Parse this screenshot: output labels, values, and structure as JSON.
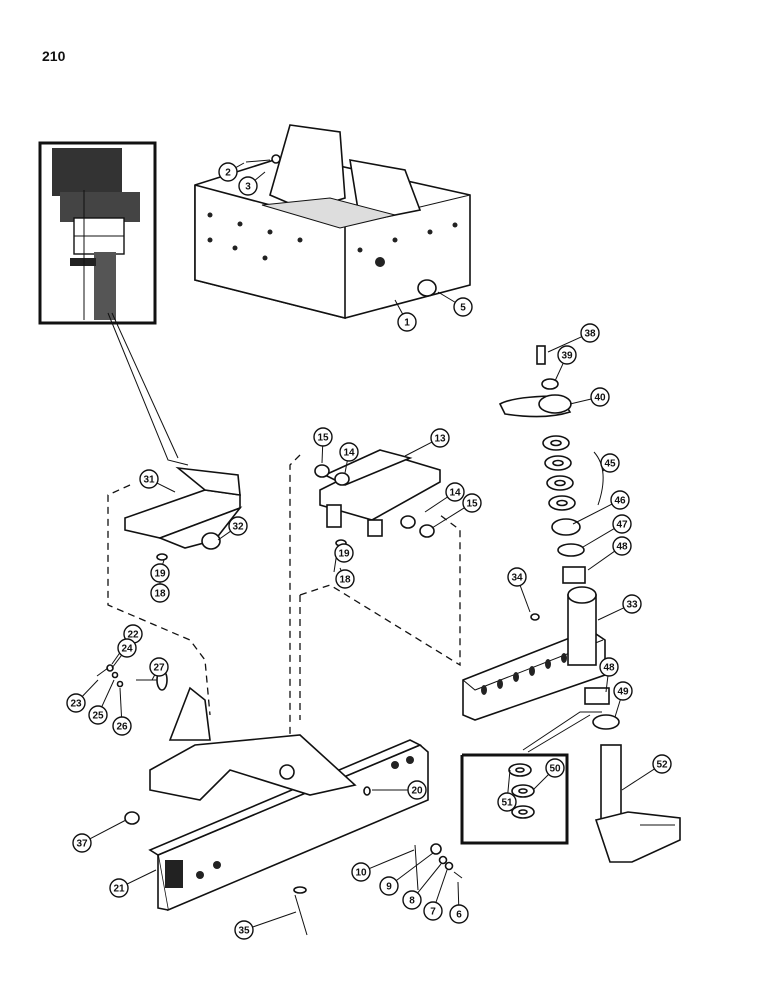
{
  "page_number": "210",
  "callouts": [
    "1",
    "2",
    "3",
    "5",
    "6",
    "7",
    "8",
    "9",
    "10",
    "13",
    "14",
    "14",
    "15",
    "15",
    "18",
    "18",
    "19",
    "19",
    "20",
    "21",
    "22",
    "23",
    "24",
    "25",
    "26",
    "27",
    "31",
    "32",
    "33",
    "34",
    "35",
    "37",
    "38",
    "39",
    "40",
    "45",
    "46",
    "47",
    "48",
    "48",
    "49",
    "50",
    "51",
    "52"
  ]
}
